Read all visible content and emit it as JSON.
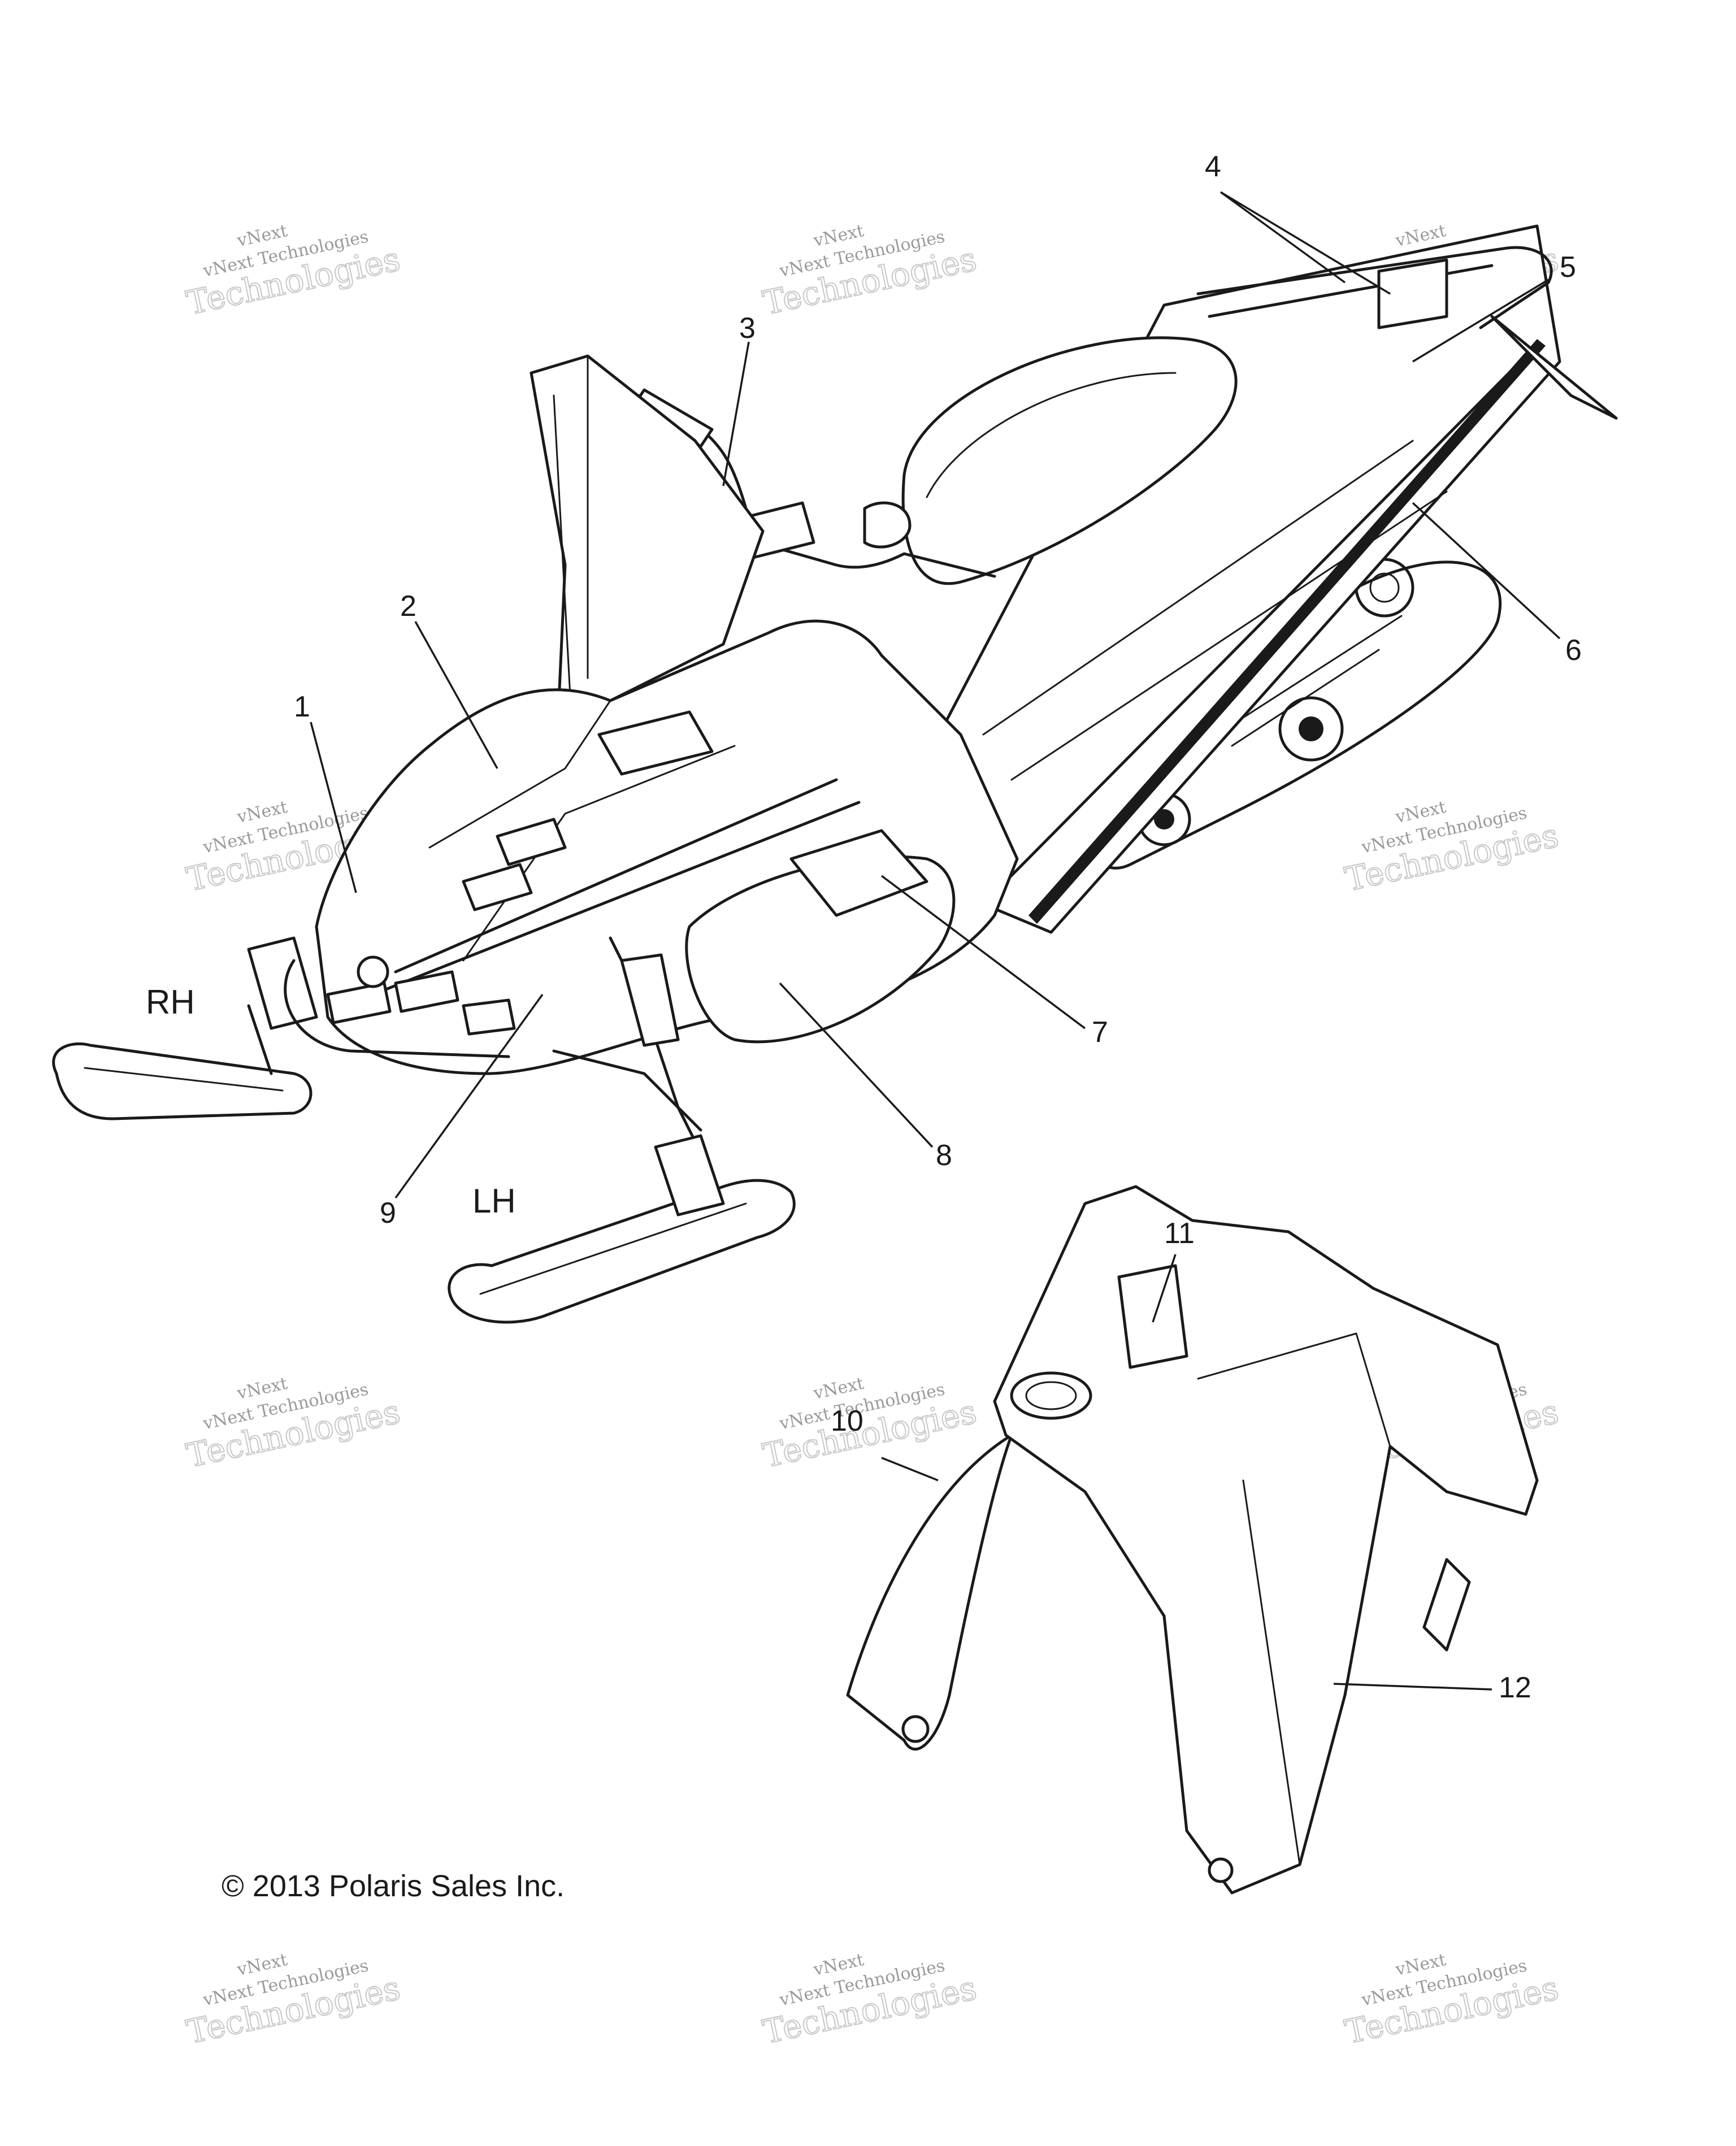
{
  "callouts": {
    "c1": "1",
    "c2": "2",
    "c3": "3",
    "c4": "4",
    "c5": "5",
    "c6": "6",
    "c7": "7",
    "c8": "8",
    "c9": "9",
    "c10": "10",
    "c11": "11",
    "c12": "12"
  },
  "side_labels": {
    "rh": "RH",
    "lh": "LH"
  },
  "copyright": "© 2013 Polaris Sales Inc.",
  "watermark": {
    "brand": "vNext",
    "line": "vNext Technologies",
    "big": "Technologies"
  },
  "colors": {
    "ink": "#1a1a1a",
    "watermark": "#c8c8c8",
    "background": "#ffffff"
  }
}
